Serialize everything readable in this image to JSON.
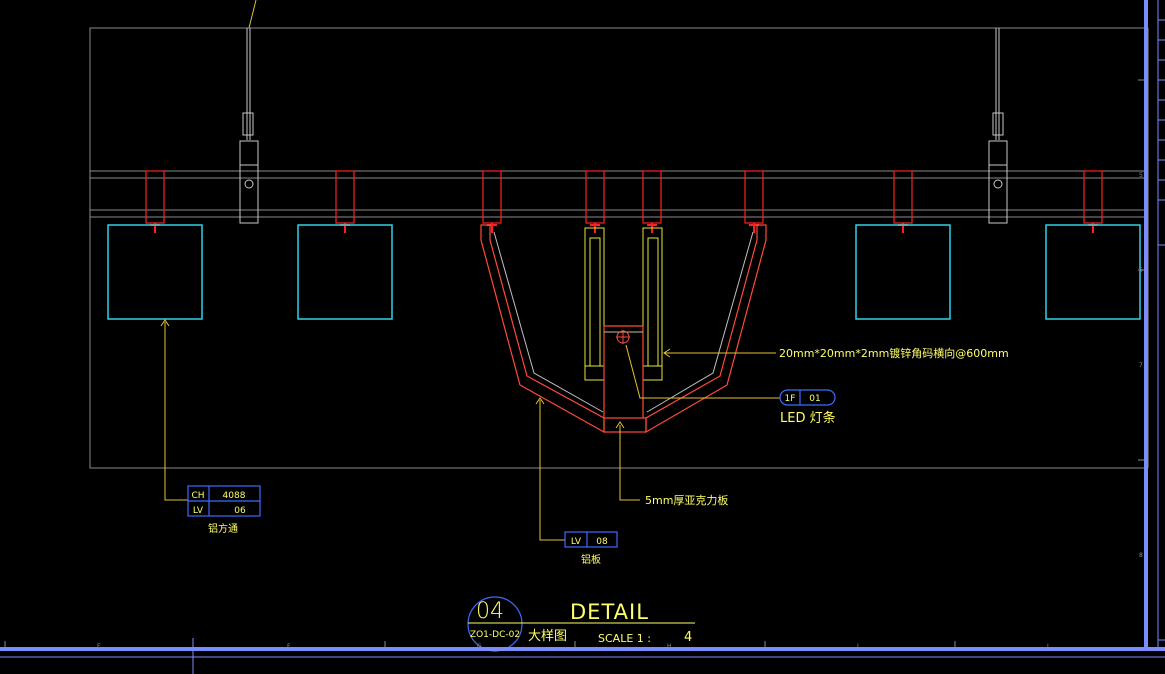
{
  "colors": {
    "background": "#000000",
    "outline": "#8a8a8a",
    "hanger": "#c8c8c8",
    "clip": "#ff2020",
    "tube": "#2fd3e6",
    "panel": "#ff4a3a",
    "panel_inner": "#bfbfbf",
    "bracket": "#e6e632",
    "leader": "#e6c232",
    "label": "#ffff66",
    "tag_border": "#3d6bff",
    "title": "#ffff66",
    "frame": "#7b8cff"
  },
  "callouts": {
    "aluminum_tube": {
      "rows": [
        {
          "code": "CH",
          "value": "4088"
        },
        {
          "code": "LV",
          "value": "06"
        }
      ],
      "caption": "铝方通"
    },
    "aluminum_panel": {
      "code": "LV",
      "value": "08",
      "caption": "铝板"
    },
    "acrylic": {
      "text": "5mm厚亚克力板"
    },
    "angle_steel": {
      "text": "20mm*20mm*2mm镀锌角码横向@600mm"
    },
    "led": {
      "code": "1F",
      "value": "01",
      "caption": "LED 灯条"
    }
  },
  "title_block": {
    "number": "04",
    "sheet_ref": "ZO1-DC-02",
    "title": "DETAIL",
    "subtitle": "大样图",
    "scale_label": "SCALE 1 :",
    "scale_value": "4"
  },
  "grid_letters": [
    "E",
    "F",
    "G",
    "H",
    "I",
    "J"
  ],
  "right_ticks": [
    "5",
    "6",
    "7",
    "8"
  ]
}
